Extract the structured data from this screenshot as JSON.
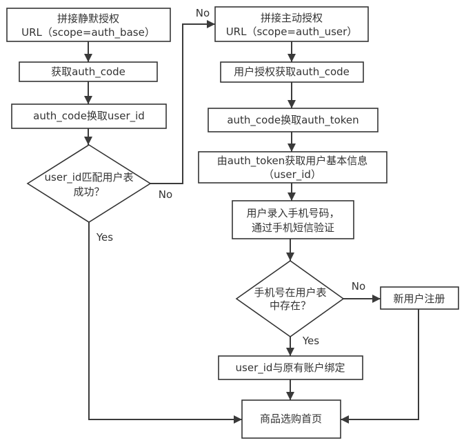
{
  "nodes": {
    "silent_auth_url": {
      "lines": [
        "拼接静默授权",
        "URL（scope=auth_base）"
      ]
    },
    "get_auth_code": {
      "label": "获取auth_code"
    },
    "code_to_userid": {
      "label": "auth_code换取user_id"
    },
    "match_user_decision": {
      "lines": [
        "user_id匹配用户表",
        "成功？"
      ]
    },
    "active_auth_url": {
      "lines": [
        "拼接主动授权",
        "URL（scope=auth_user）"
      ]
    },
    "user_auth_code": {
      "label": "用户授权获取auth_code"
    },
    "code_to_token": {
      "label": "auth_code换取auth_token"
    },
    "token_userinfo": {
      "lines": [
        "由auth_token获取用户基本信息",
        "（user_id）"
      ]
    },
    "phone_verify": {
      "lines": [
        "用户录入手机号码，",
        "通过手机短信验证"
      ]
    },
    "phone_exists_decision": {
      "lines": [
        "手机号在用户表",
        "中存在？"
      ]
    },
    "register": {
      "label": "新用户注册"
    },
    "bind_account": {
      "label": "user_id与原有账户绑定"
    },
    "home": {
      "label": "商品选购首页"
    }
  },
  "edge_labels": {
    "match_no_top": "No",
    "match_no": "No",
    "match_yes": "Yes",
    "phone_no": "No",
    "phone_yes": "Yes"
  },
  "colors": {
    "stroke": "#333333",
    "background": "#ffffff",
    "text": "#333333"
  }
}
